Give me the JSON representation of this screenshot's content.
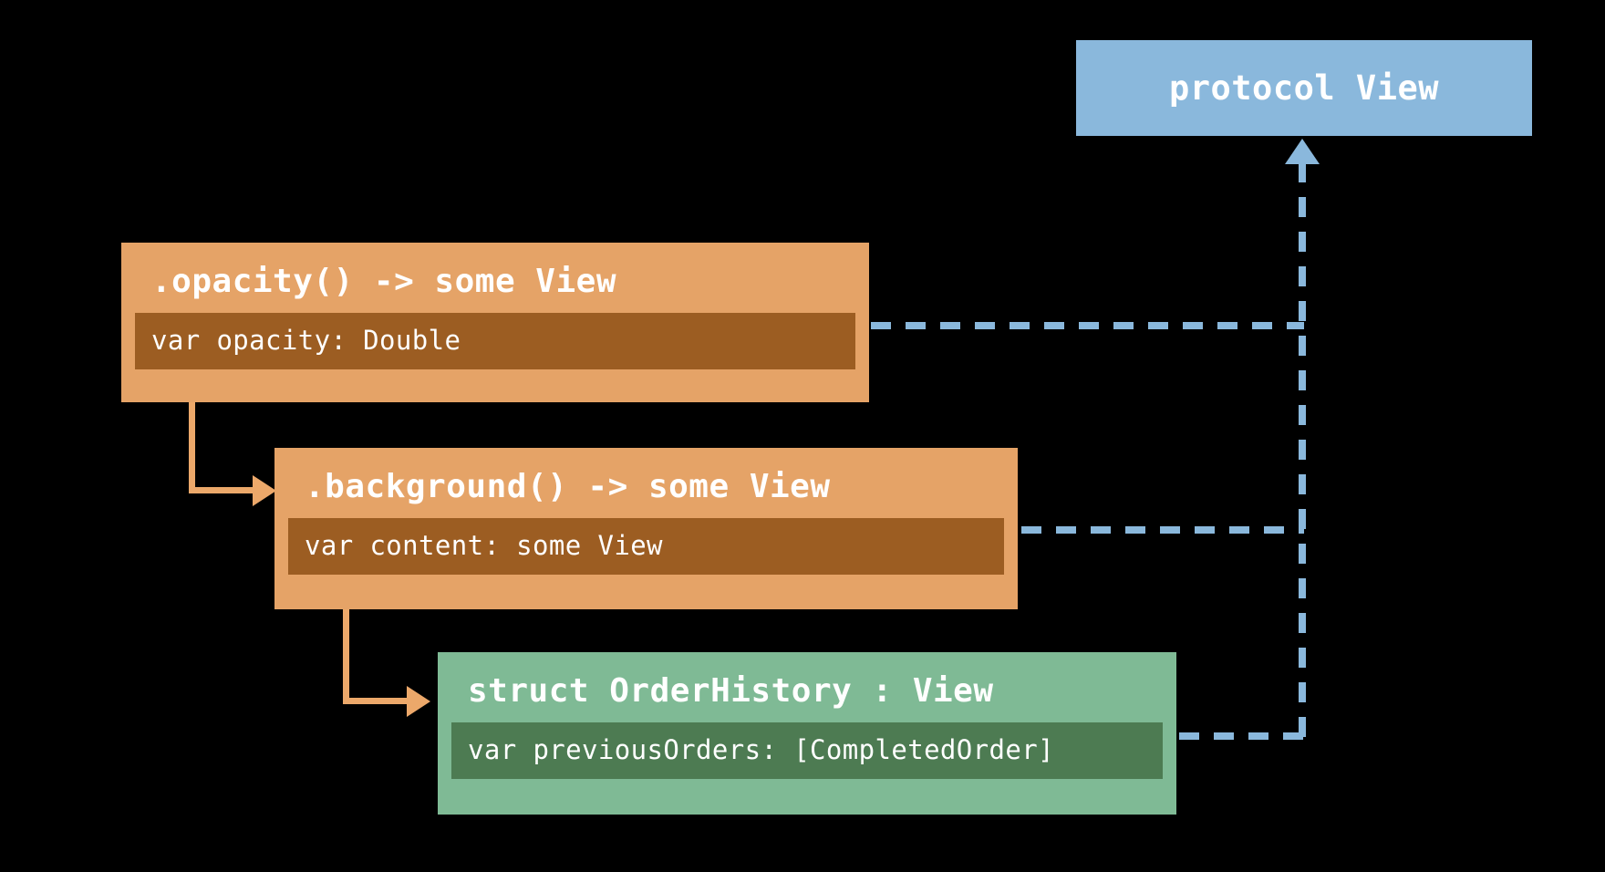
{
  "diagram": {
    "title": "SwiftUI View protocol conformance diagram",
    "background_color": "#000000",
    "nodes": {
      "protocol_view": {
        "label": "protocol View",
        "color": "#8ab8dc",
        "kind": "protocol"
      },
      "opacity": {
        "title": ".opacity() -> some View",
        "color": "#e5a367",
        "member_color": "#9c5d22",
        "members": [
          {
            "text": "var opacity: Double"
          }
        ]
      },
      "background": {
        "title": ".background() -> some View",
        "color": "#e5a367",
        "member_color": "#9c5d22",
        "members": [
          {
            "text": "var content: some View"
          }
        ]
      },
      "order_history": {
        "title": "struct OrderHistory : View",
        "color": "#7fba95",
        "member_color": "#4d7b52",
        "members": [
          {
            "text": "var previousOrders: [CompletedOrder]"
          }
        ]
      }
    },
    "edges": {
      "containment_color": "#eca86a",
      "conformance_color": "#8ab8dc",
      "containment": [
        {
          "from": "opacity",
          "to": "background",
          "style": "solid-arrow"
        },
        {
          "from": "background",
          "to": "order_history",
          "style": "solid-arrow"
        }
      ],
      "conformance": [
        {
          "from": "opacity",
          "to": "protocol_view",
          "style": "dashed-arrow"
        },
        {
          "from": "background",
          "to": "protocol_view",
          "style": "dashed-arrow"
        },
        {
          "from": "order_history",
          "to": "protocol_view",
          "style": "dashed-arrow"
        }
      ]
    }
  }
}
